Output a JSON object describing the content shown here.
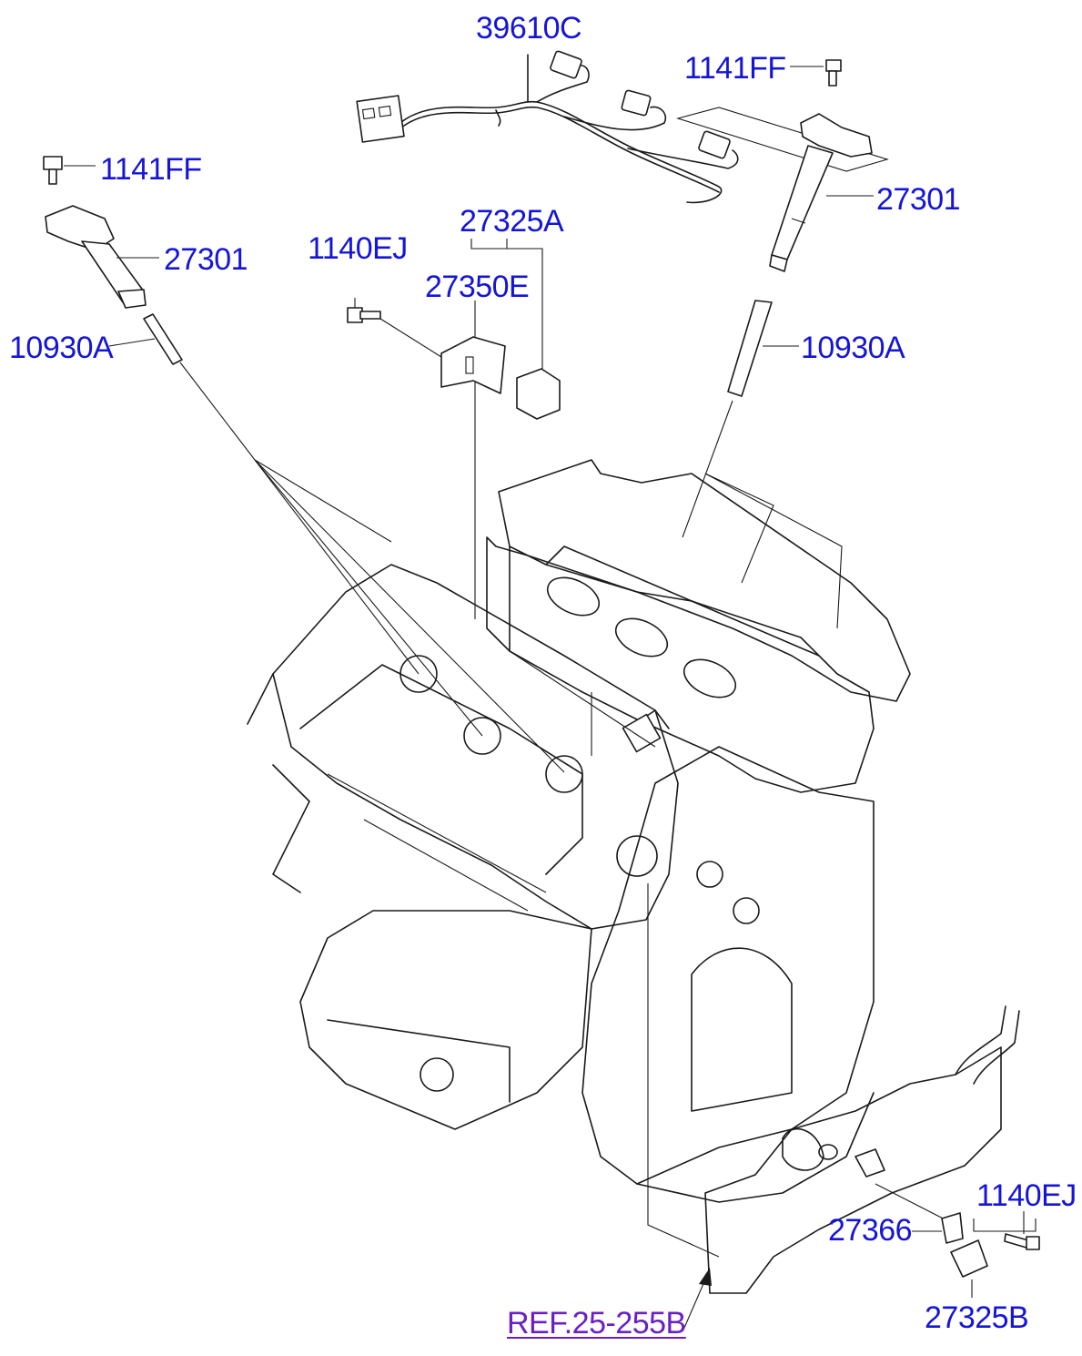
{
  "diagram": {
    "labels": {
      "harness": "39610C",
      "bolt_top_right": "1141FF",
      "coil_right": "27301",
      "bolt_top_left": "1141FF",
      "coil_left": "27301",
      "plug_left": "10930A",
      "plug_right": "10930A",
      "bolt_center": "1140EJ",
      "sensor_group": "27325A",
      "bracket": "27350E",
      "bolt_bottom_right": "1140EJ",
      "clip": "27366",
      "sensor_bottom": "27325B"
    },
    "reference": "REF.25-255B",
    "colors": {
      "label": "#1515d8",
      "reference": "#6a1fc4",
      "line_art": "#1a1a1a"
    }
  }
}
